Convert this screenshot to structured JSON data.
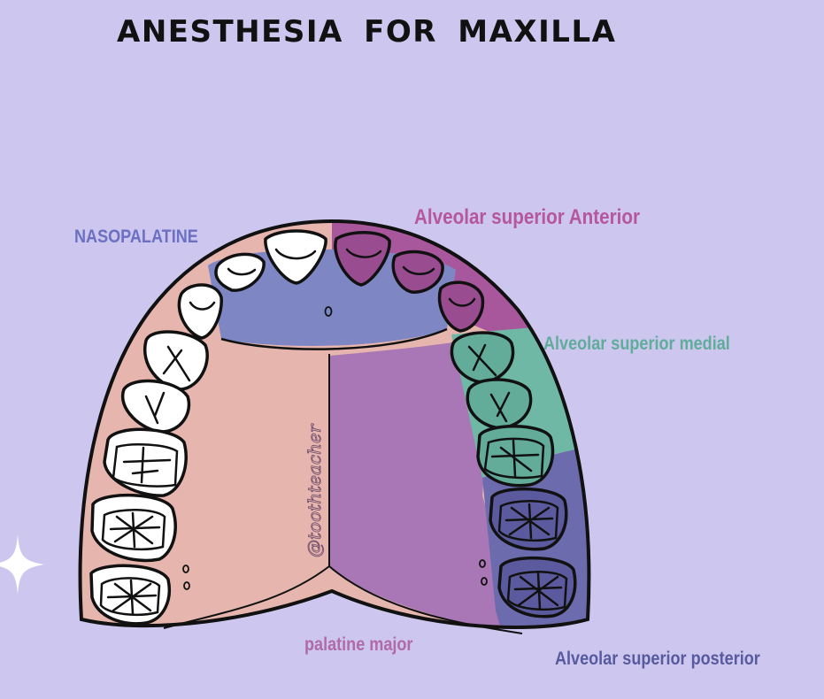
{
  "title": "ANESTHESIA FOR MAXILLA",
  "watermark": "@toothteacher",
  "labels": {
    "nasopalatine": "NASOPALATINE",
    "alveolar_anterior": "Alveolar superior Anterior",
    "alveolar_medial": "Alveolar superior medial",
    "palatine_major": "palatine major",
    "alveolar_posterior": "Alveolar superior posterior"
  },
  "colors": {
    "background": "#cdc6ee",
    "nasopalatine": "#7f86c4",
    "alveolar_anterior": "#a9579c",
    "alveolar_medial": "#6fb8a6",
    "palatine_major_left": "#e6b5ad",
    "palatine_major_right": "#a977b5",
    "alveolar_posterior": "#6c6bae",
    "outline": "#111111"
  }
}
